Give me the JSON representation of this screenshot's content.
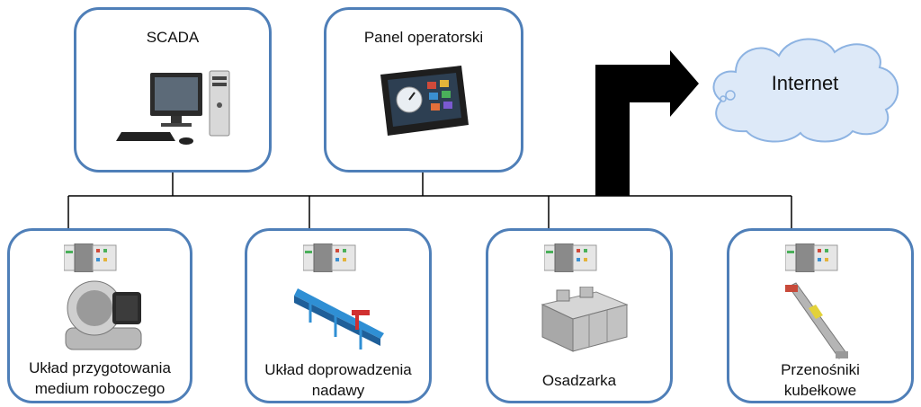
{
  "nodes": {
    "scada": {
      "label": "SCADA"
    },
    "panel": {
      "label": "Panel operatorski"
    },
    "uklad_przygotowania": {
      "line1": "Układ przygotowania",
      "line2": "medium roboczego"
    },
    "uklad_doprowadzenia": {
      "line1": "Układ doprowadzenia",
      "line2": "nadawy"
    },
    "osadzarka": {
      "label": "Osadzarka"
    },
    "przenosniki": {
      "line1": "Przenośniki",
      "line2": "kubełkowe"
    }
  },
  "cloud": {
    "label": "Internet"
  },
  "colors": {
    "border": "#4f7fb8",
    "cloud_fill": "#dde9f8",
    "cloud_stroke": "#8db3e2",
    "arrow": "#000000"
  },
  "icons": [
    "desktop-computer-icon",
    "touch-panel-icon",
    "plc-module-icon",
    "blower-icon",
    "conveyor-icon",
    "jig-machine-icon",
    "bucket-elevator-icon"
  ]
}
